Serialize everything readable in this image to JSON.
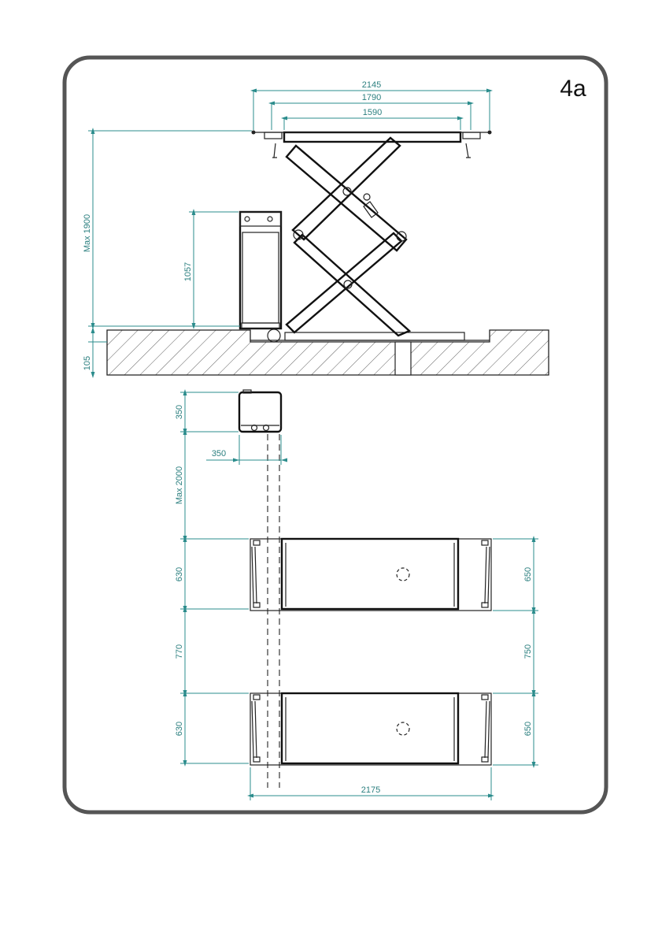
{
  "figure": {
    "number": "4a"
  },
  "side_view": {
    "dim_total_width": "2145",
    "dim_middle_width": "1790",
    "dim_platform_width": "1590",
    "dim_max_height": "Max 1900",
    "dim_console_height": "1057",
    "dim_pit_depth": "105"
  },
  "plan_view": {
    "dim_console_depth": "350",
    "dim_console_width": "350",
    "dim_max_distance": "Max 2000",
    "dim_left_platform_1": "630",
    "dim_left_gap": "770",
    "dim_left_platform_2": "630",
    "dim_right_platform_1": "650",
    "dim_right_gap": "750",
    "dim_right_platform_2": "650",
    "dim_overall_length": "2175"
  },
  "colors": {
    "dimension": "#2b8c8c",
    "frame": "#555555",
    "ink": "#222222"
  }
}
